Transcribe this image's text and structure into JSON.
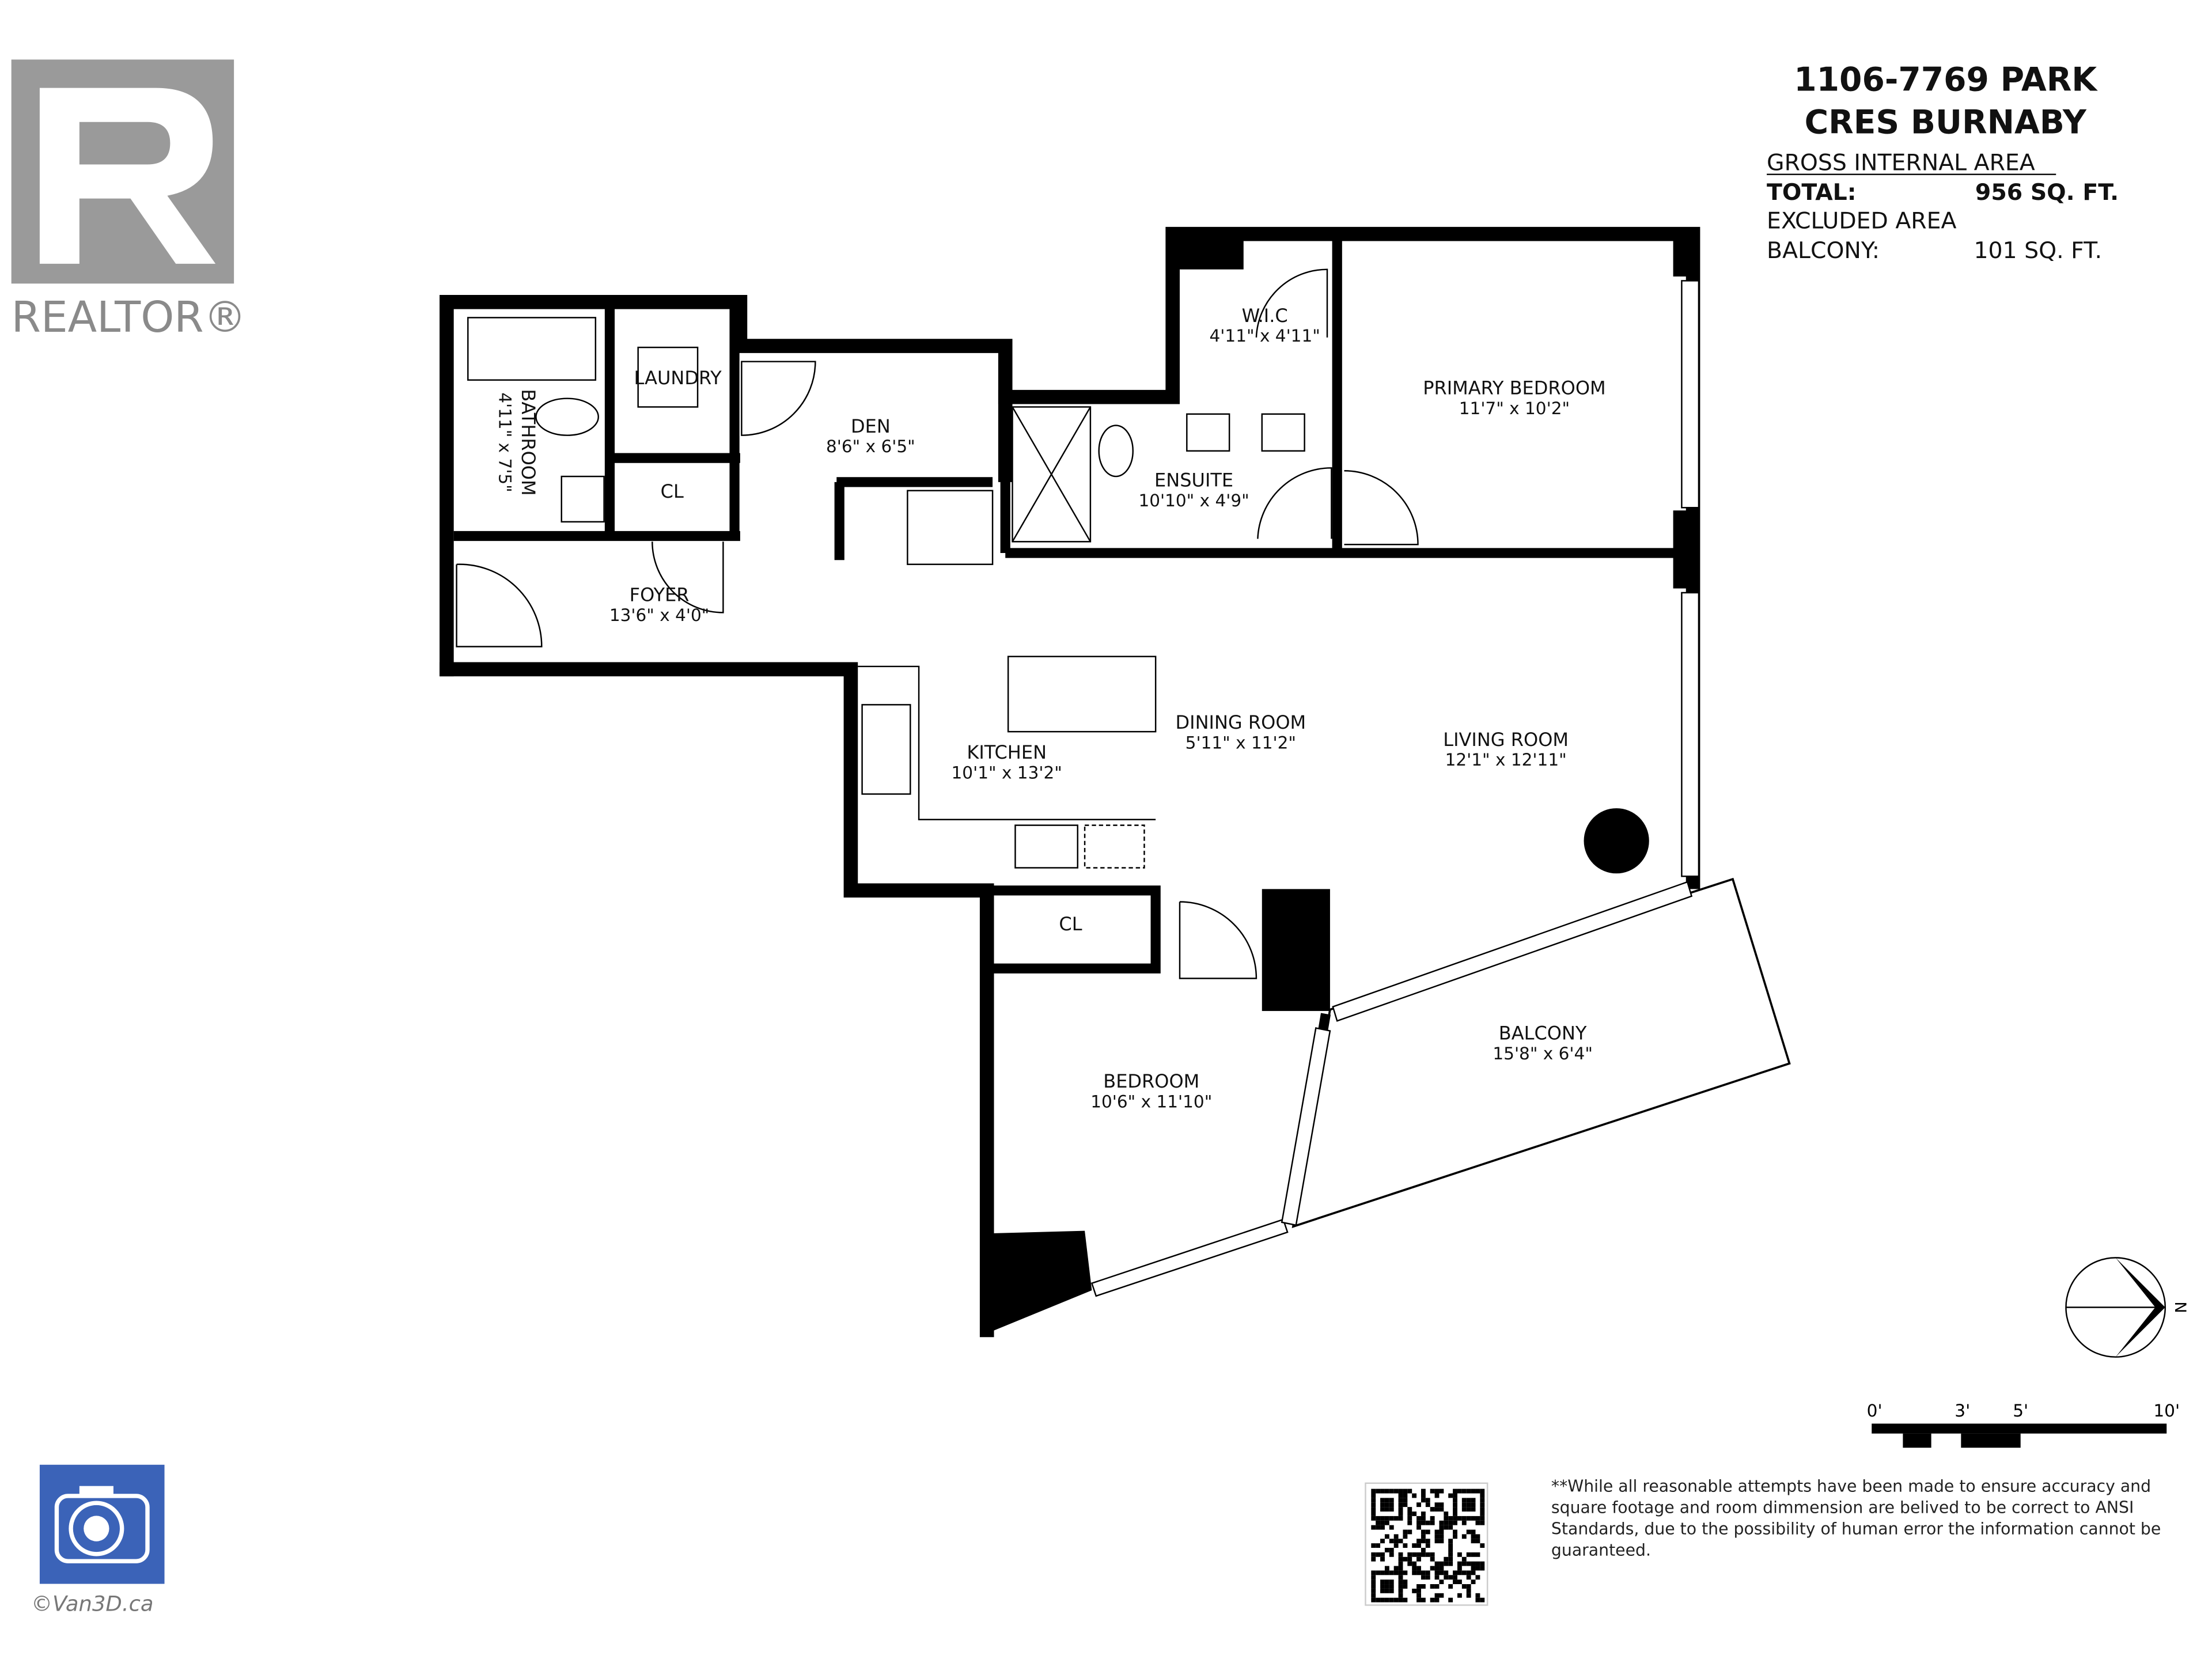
{
  "header": {
    "title_line1": "1106-7769 PARK",
    "title_line2": "CRES BURNABY",
    "gross_internal_area_label": "GROSS INTERNAL AREA",
    "total_label": "TOTAL:",
    "total_value": "956 SQ. FT.",
    "excluded_area_label": "EXCLUDED AREA",
    "balcony_label": "BALCONY:",
    "balcony_value": "101 SQ. FT."
  },
  "logos": {
    "realtor": "REALTOR®",
    "van3d": "©Van3D.ca"
  },
  "rooms": {
    "bathroom": {
      "name": "BATHROOM",
      "dims": "4'11\" x 7'5\""
    },
    "laundry": {
      "name": "LAUNDRY"
    },
    "cl1": {
      "name": "CL"
    },
    "den": {
      "name": "DEN",
      "dims": "8'6\" x 6'5\""
    },
    "foyer": {
      "name": "FOYER",
      "dims": "13'6\" x 4'0\""
    },
    "wic": {
      "name": "W.I.C",
      "dims": "4'11\" x 4'11\""
    },
    "ensuite": {
      "name": "ENSUITE",
      "dims": "10'10\" x 4'9\""
    },
    "primary_bedroom": {
      "name": "PRIMARY BEDROOM",
      "dims": "11'7\" x 10'2\""
    },
    "kitchen": {
      "name": "KITCHEN",
      "dims": "10'1\" x 13'2\""
    },
    "dining_room": {
      "name": "DINING ROOM",
      "dims": "5'11\" x 11'2\""
    },
    "living_room": {
      "name": "LIVING ROOM",
      "dims": "12'1\" x 12'11\""
    },
    "cl2": {
      "name": "CL"
    },
    "bedroom": {
      "name": "BEDROOM",
      "dims": "10'6\" x 11'10\""
    },
    "balcony": {
      "name": "BALCONY",
      "dims": "15'8\" x 6'4\""
    }
  },
  "compass": {
    "north_label": "N"
  },
  "scale_bar": {
    "ticks": [
      "0'",
      "3'",
      "5'",
      "10'"
    ]
  },
  "disclaimer": [
    "**While all reasonable attempts have been made to ensure accuracy and",
    "square footage and room dimmension are belived to be correct to ANSI",
    "Standards, due to the possibility of human error the information cannot be",
    "guaranteed."
  ],
  "colors": {
    "walls": "#000000",
    "realtor_logo": "#9a9a9a",
    "van3d_logo": "#3b63b8"
  }
}
